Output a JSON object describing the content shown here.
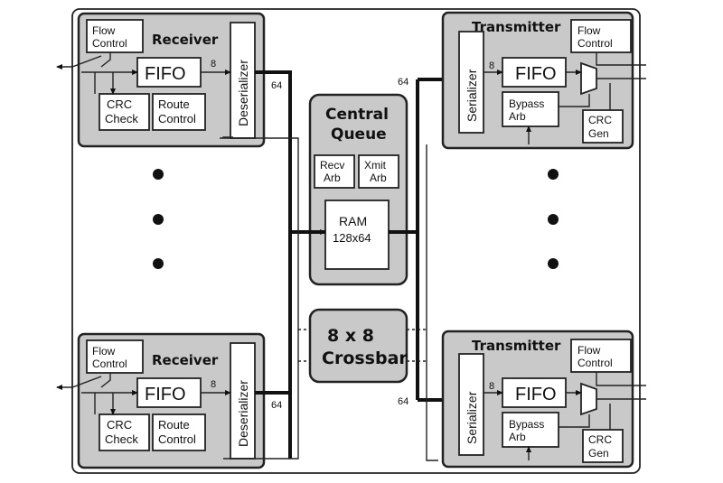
{
  "receiver": {
    "title": "Receiver",
    "flow_control": [
      "Flow",
      "Control"
    ],
    "fifo": "FIFO",
    "deserializer": "Deserializer",
    "crc_check": [
      "CRC",
      "Check"
    ],
    "route_control": [
      "Route",
      "Control"
    ],
    "width_in": "8",
    "width_out": "64"
  },
  "transmitter": {
    "title": "Transmitter",
    "flow_control": [
      "Flow",
      "Control"
    ],
    "fifo": "FIFO",
    "serializer": "Serializer",
    "bypass_arb": [
      "Bypass",
      "Arb"
    ],
    "crc_gen": [
      "CRC",
      "Gen"
    ],
    "width_in": "64",
    "width_out": "8"
  },
  "central_queue": {
    "title": [
      "Central",
      "Queue"
    ],
    "recv_arb": [
      "Recv",
      "Arb"
    ],
    "xmit_arb": [
      "Xmit",
      "Arb"
    ],
    "ram": [
      "RAM",
      "128x64"
    ]
  },
  "crossbar": {
    "label": [
      "8 x 8",
      "Crossbar"
    ]
  }
}
